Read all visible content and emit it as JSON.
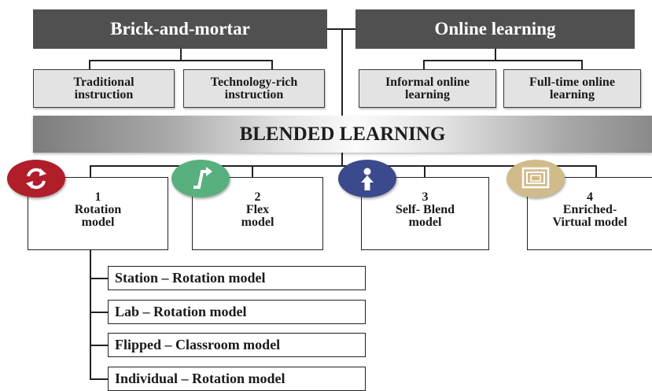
{
  "top": {
    "left_header": "Brick-and-mortar",
    "right_header": "Online learning"
  },
  "left_subs": [
    {
      "line1": "Traditional",
      "line2": "instruction"
    },
    {
      "line1": "Technology-rich",
      "line2": "instruction"
    }
  ],
  "right_subs": [
    {
      "line1": "Informal online",
      "line2": "learning"
    },
    {
      "line1": "Full-time online",
      "line2": "learning"
    }
  ],
  "band_label": "BLENDED LEARNING",
  "models": [
    {
      "number": "1",
      "line1": "Rotation",
      "line2": "model",
      "icon": "rotation-arrows-icon",
      "color": "#b01e2a"
    },
    {
      "number": "2",
      "line1": "Flex",
      "line2": "model",
      "icon": "flex-arrow-icon",
      "color": "#58b07e"
    },
    {
      "number": "3",
      "line1": "Self- Blend",
      "line2": "model",
      "icon": "person-icon",
      "color": "#3a4a8c"
    },
    {
      "number": "4",
      "line1": "Enriched-",
      "line2": "Virtual model",
      "icon": "screens-icon",
      "color": "#d2bb8a"
    }
  ],
  "rotation_submodels": [
    "Station – Rotation model",
    "Lab – Rotation model",
    "Flipped – Classroom model",
    "Individual – Rotation model"
  ]
}
